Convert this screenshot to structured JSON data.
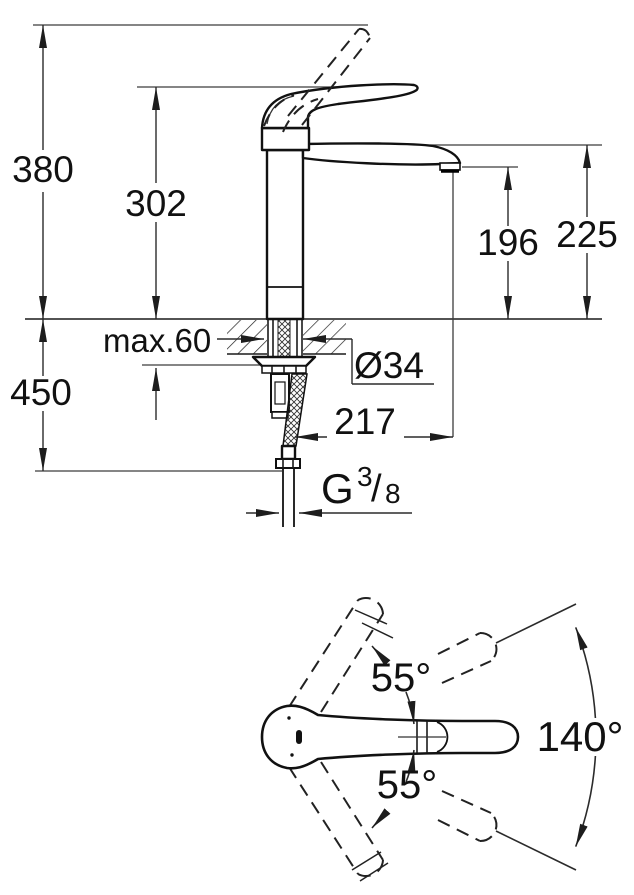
{
  "drawing": {
    "title": "faucet-dimension-drawing",
    "side_view": {
      "dimensions": {
        "overall_height": "380",
        "height_to_lever_top": "302",
        "spout_outlet_height": "196",
        "spout_plane_height": "225",
        "max_deck_thickness": "max.60",
        "hose_length": "450",
        "hole_diameter": "Ø34",
        "spout_reach": "217",
        "thread": {
          "prefix": "G",
          "numerator": "3",
          "slash": "/",
          "denominator": "8"
        }
      }
    },
    "top_view": {
      "angles": {
        "lever_swing_upper": "55°",
        "spout_swivel_range": "140°",
        "lever_swing_lower": "55°"
      }
    },
    "colors": {
      "outline": "#111111",
      "dimension_line": "#3c3c3c",
      "background": "#ffffff"
    }
  }
}
